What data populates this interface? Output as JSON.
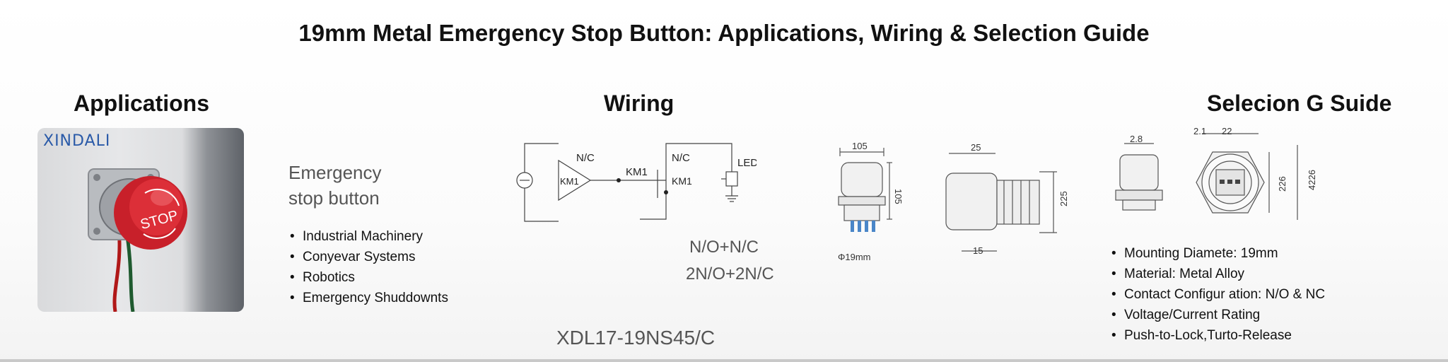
{
  "title": "19mm Metal Emergency Stop Button: Applications, Wiring & Selection Guide",
  "applications": {
    "heading": "Applications",
    "brand": "XINDALI",
    "button_text": "STOP",
    "label_line1": "Emergency",
    "label_line2": "stop button",
    "items": [
      "Industrial Machinery",
      "Conyevar Systems",
      "Robotics",
      "Emergency Shuddownts"
    ]
  },
  "wiring": {
    "heading": "Wiring",
    "nc_label_1": "N/C",
    "km1_label_1": "KM1",
    "km1_label_2": "KM1",
    "nc_label_2": "N/C",
    "km1_label_3": "KM1",
    "led_label": "LED",
    "contact_1": "N/O+N/C",
    "contact_2": "2N/O+2N/C",
    "model": "XDL17-19NS45/C"
  },
  "dimensions": {
    "front_width": "105",
    "front_height": "105",
    "front_dia": "Φ19mm",
    "side_top": "25",
    "side_height": "225",
    "side_bottom": "15"
  },
  "selection": {
    "heading": "Selecion  G Suide",
    "dim_a": "2.8",
    "dim_b": "2.1",
    "dim_c": "22",
    "dim_d": "226",
    "dim_e": "4226",
    "items": [
      "Mounting Diamete: 19mm",
      "Material: Metal Alloy",
      "Contact Configur ation:  N/O & NC",
      "Voltage/Current Rating",
      "Push-to-Lock,Turto-Release"
    ]
  }
}
